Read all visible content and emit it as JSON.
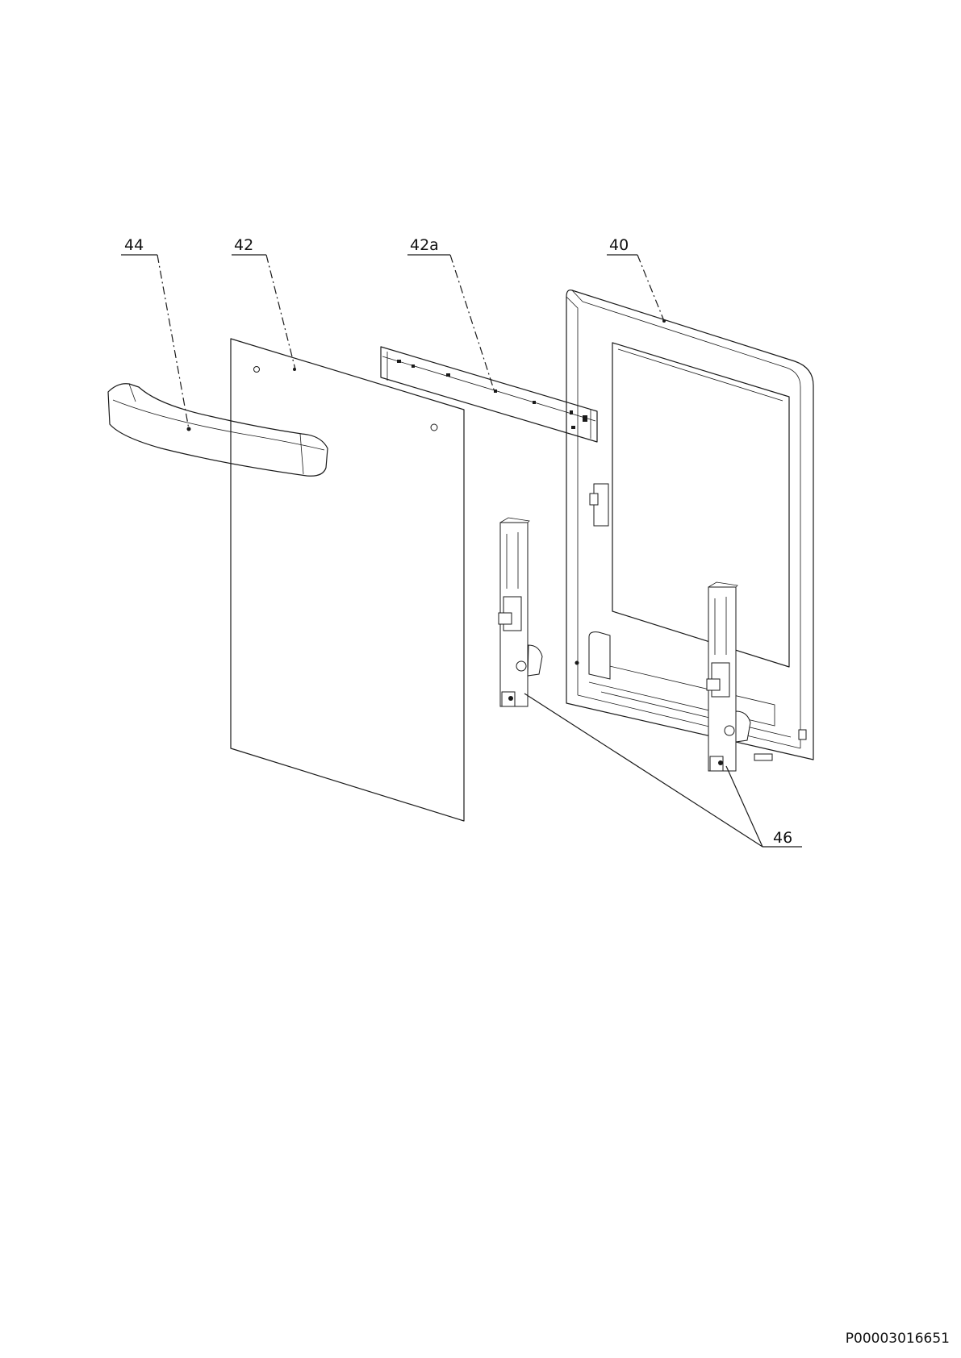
{
  "callouts": {
    "handle": "44",
    "outer_glass": "42",
    "profile_strip": "42a",
    "door_frame": "40",
    "hinges": "46"
  },
  "drawing_code": "P00003016651"
}
